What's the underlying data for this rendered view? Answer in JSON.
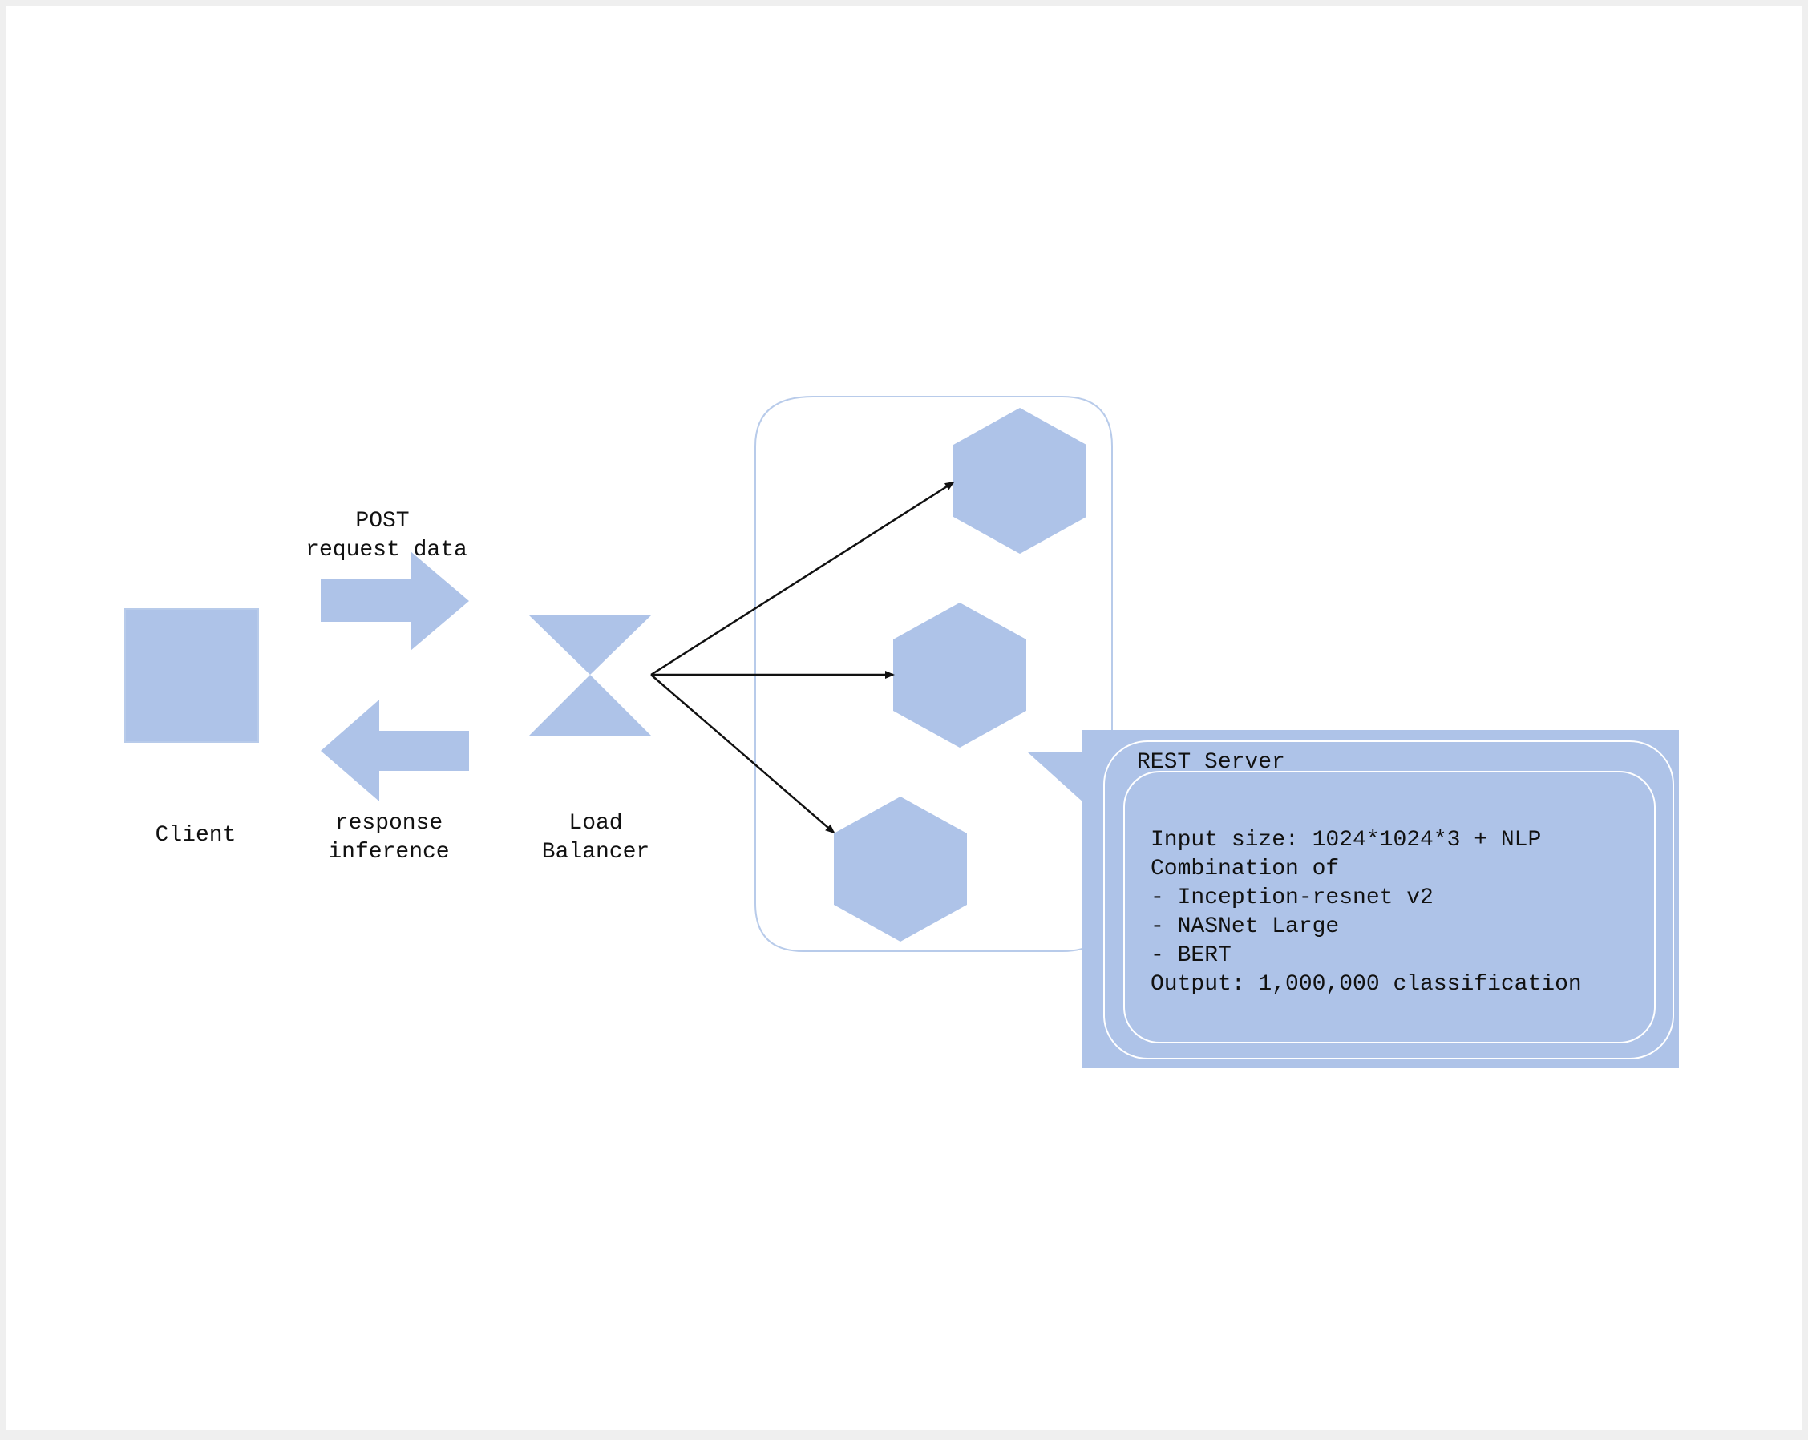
{
  "labels": {
    "client": "Client",
    "post_line1": "POST",
    "post_line2": "request data",
    "response_line1": "response",
    "response_line2": "inference",
    "lb_line1": "Load",
    "lb_line2": "Balancer"
  },
  "callout": {
    "title": "REST Server",
    "lines": [
      "Input size: 1024*1024*3 + NLP",
      "Combination of",
      "- Inception-resnet v2",
      "- NASNet Large",
      "- BERT",
      "Output: 1,000,000 classification"
    ]
  },
  "colors": {
    "shape_fill": "#aec3e8",
    "server_border": "#b8cbea",
    "arrow_line": "#111111",
    "text": "#111111"
  }
}
